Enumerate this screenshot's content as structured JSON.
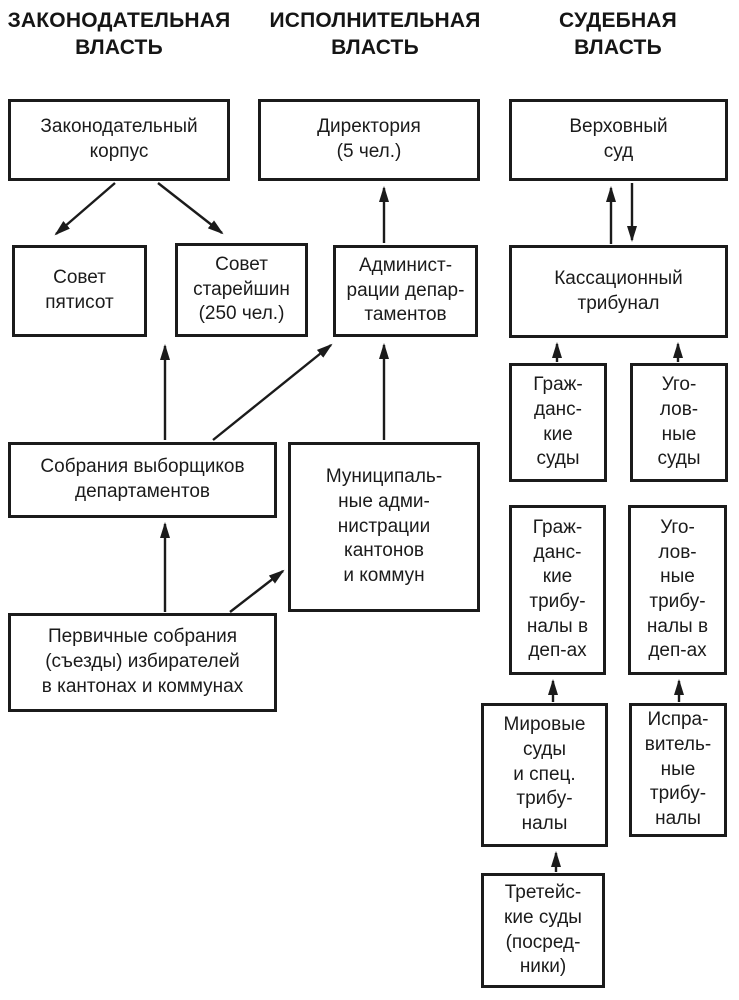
{
  "colors": {
    "ink": "#1b1b1b",
    "background": "#ffffff"
  },
  "headers": [
    {
      "id": "legislative-power",
      "label": "ЗАКОНОДАТЕЛЬНАЯ\nВЛАСТЬ"
    },
    {
      "id": "executive-power",
      "label": "ИСПОЛНИТЕЛЬНАЯ\nВЛАСТЬ"
    },
    {
      "id": "judicial-power",
      "label": "СУДЕБНАЯ\nВЛАСТЬ"
    }
  ],
  "nodes": {
    "legislative_corpus": {
      "label": "Законодательный\nкорпус",
      "column": "legislative"
    },
    "directory": {
      "label": "Директория\n(5 чел.)",
      "column": "executive"
    },
    "supreme_court": {
      "label": "Верховный\nсуд",
      "column": "judicial"
    },
    "council_500": {
      "label": "Совет\nпятисот",
      "column": "legislative"
    },
    "council_elders": {
      "label": "Совет\nстарейшин\n(250 чел.)",
      "column": "legislative"
    },
    "dept_administrations": {
      "label": "Админист-\nрации депар-\nтаментов",
      "column": "executive"
    },
    "cassation_tribunal": {
      "label": "Кассационный\nтрибунал",
      "column": "judicial"
    },
    "civil_courts": {
      "label": "Граж-\nданс-\nкие\nсуды",
      "column": "judicial"
    },
    "criminal_courts": {
      "label": "Уго-\nлов-\nные\nсуды",
      "column": "judicial"
    },
    "electors_assemblies": {
      "label": "Собрания выборщиков\nдепартаментов",
      "column": "legislative"
    },
    "municipal_administrations": {
      "label": "Муниципаль-\nные адми-\nнистрации\nкантонов\nи коммун",
      "column": "executive"
    },
    "civil_tribunals": {
      "label": "Граж-\nданс-\nкие\nтрибу-\nналы в\nдеп-ах",
      "column": "judicial"
    },
    "criminal_tribunals": {
      "label": "Уго-\nлов-\nные\nтрибу-\nналы в\nдеп-ах",
      "column": "judicial"
    },
    "primary_assemblies": {
      "label": "Первичные собрания\n(съезды) избирателей\nв кантонах и коммунах",
      "column": "legislative"
    },
    "justice_courts": {
      "label": "Мировые\nсуды\nи спец.\nтрибу-\nналы",
      "column": "judicial"
    },
    "correctional_tribunals": {
      "label": "Испра-\nвитель-\nные\nтрибу-\nналы",
      "column": "judicial"
    },
    "arbitration_courts": {
      "label": "Третейс-\nкие суды\n(посред-\nники)",
      "column": "judicial"
    }
  },
  "edges": [
    {
      "from": "legislative_corpus",
      "to": "council_500"
    },
    {
      "from": "legislative_corpus",
      "to": "council_elders"
    },
    {
      "from": "electors_assemblies",
      "to": "council_500_and_council_elders"
    },
    {
      "from": "electors_assemblies",
      "to": "dept_administrations"
    },
    {
      "from": "municipal_administrations",
      "to": "dept_administrations"
    },
    {
      "from": "dept_administrations",
      "to": "directory"
    },
    {
      "from": "cassation_tribunal",
      "to": "supreme_court"
    },
    {
      "from": "supreme_court",
      "to": "cassation_tribunal"
    },
    {
      "from": "civil_courts",
      "to": "cassation_tribunal"
    },
    {
      "from": "criminal_courts",
      "to": "cassation_tribunal"
    },
    {
      "from": "primary_assemblies",
      "to": "electors_assemblies"
    },
    {
      "from": "primary_assemblies",
      "to": "municipal_administrations"
    },
    {
      "from": "justice_courts",
      "to": "civil_tribunals"
    },
    {
      "from": "correctional_tribunals",
      "to": "criminal_tribunals"
    },
    {
      "from": "arbitration_courts",
      "to": "justice_courts"
    }
  ]
}
